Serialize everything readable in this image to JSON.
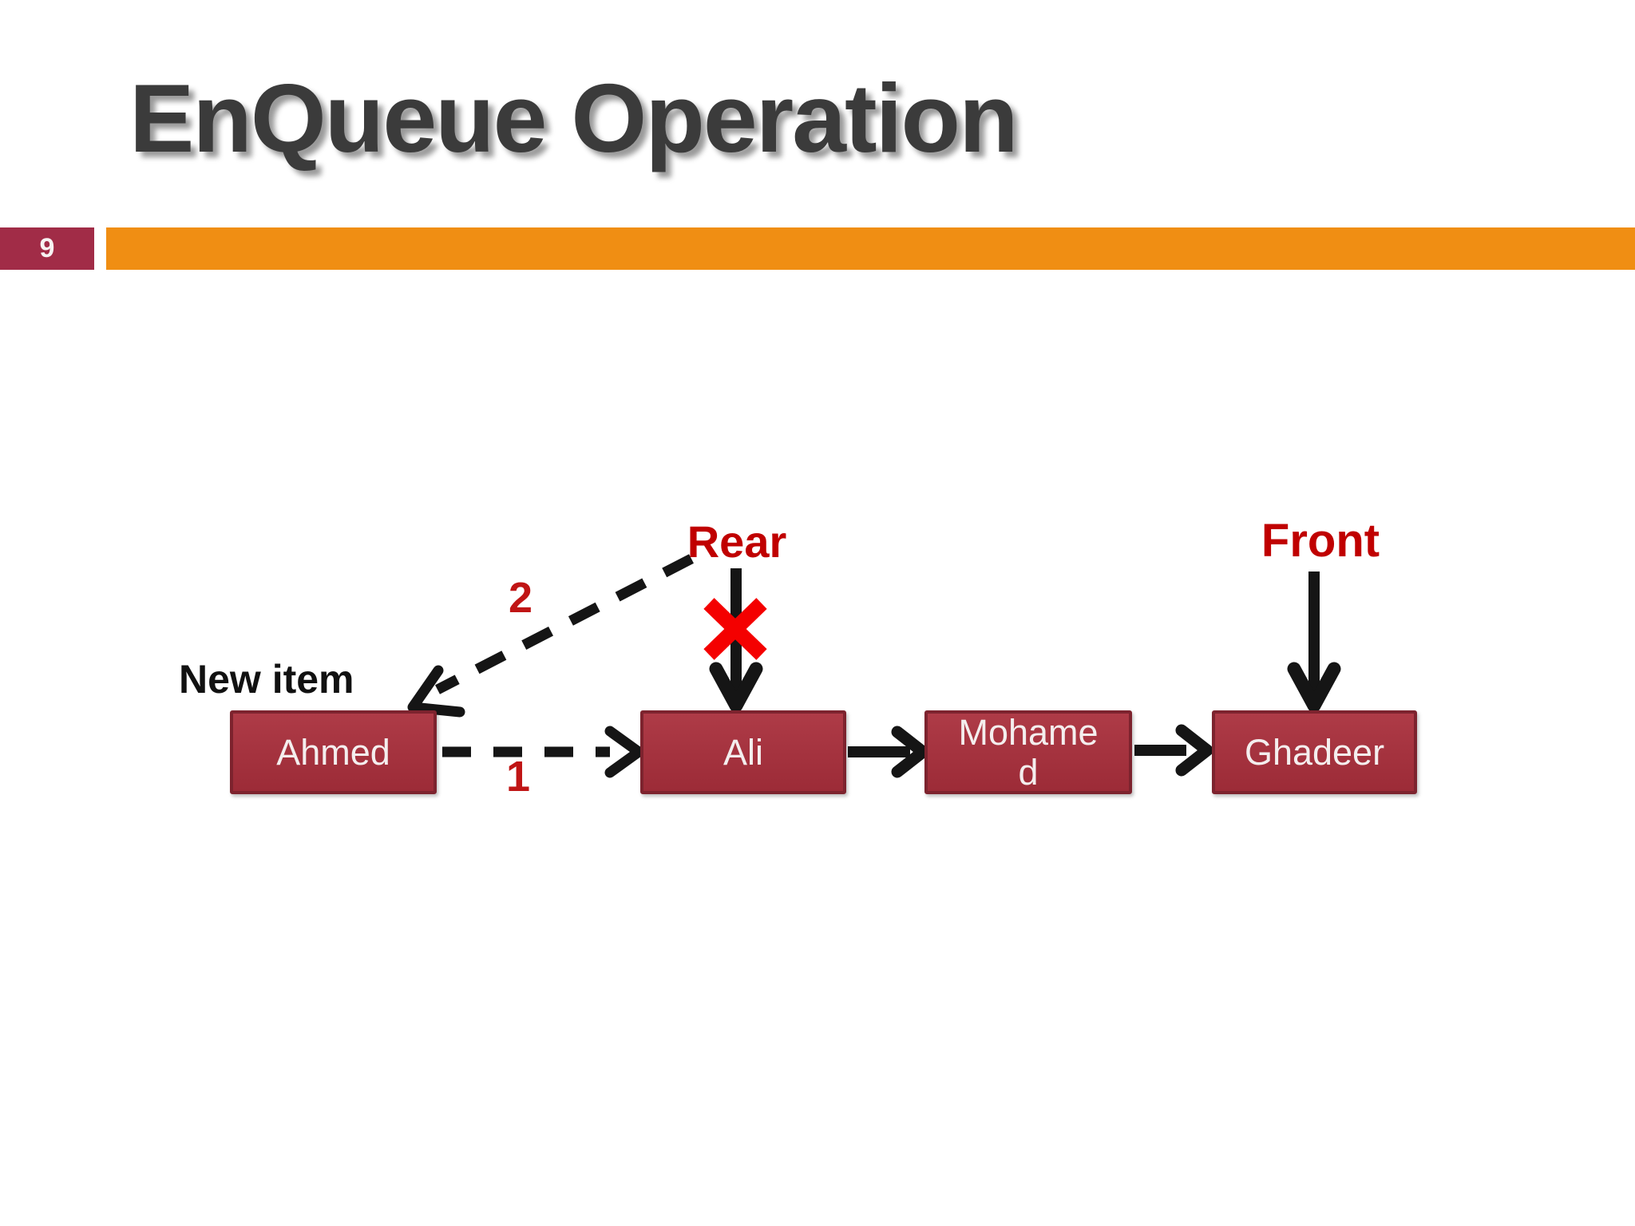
{
  "slide": {
    "title": "EnQueue Operation",
    "page_number": "9"
  },
  "diagram": {
    "new_item_label": "New item",
    "rear_label": "Rear",
    "front_label": "Front",
    "step1_label": "1",
    "step2_label": "2",
    "nodes": [
      {
        "label": "Ahmed",
        "lines": [
          "Ahmed"
        ]
      },
      {
        "label": "Ali",
        "lines": [
          "Ali"
        ]
      },
      {
        "label": "Mohamed",
        "lines": [
          "Mohame",
          "d"
        ]
      },
      {
        "label": "Ghadeer",
        "lines": [
          "Ghadeer"
        ]
      }
    ]
  },
  "colors": {
    "title_text": "#3B3B3B",
    "page_badge_bg": "#A12C47",
    "accent_bar": "#F08E13",
    "node_fill": "#A43541",
    "node_border": "#7D232E",
    "node_text": "#F4EEEE",
    "pointer_label_red": "#C00000",
    "step_number_red": "#C01515",
    "cross_red": "#F40000",
    "arrow_black": "#151515",
    "new_item_text": "#111111"
  }
}
